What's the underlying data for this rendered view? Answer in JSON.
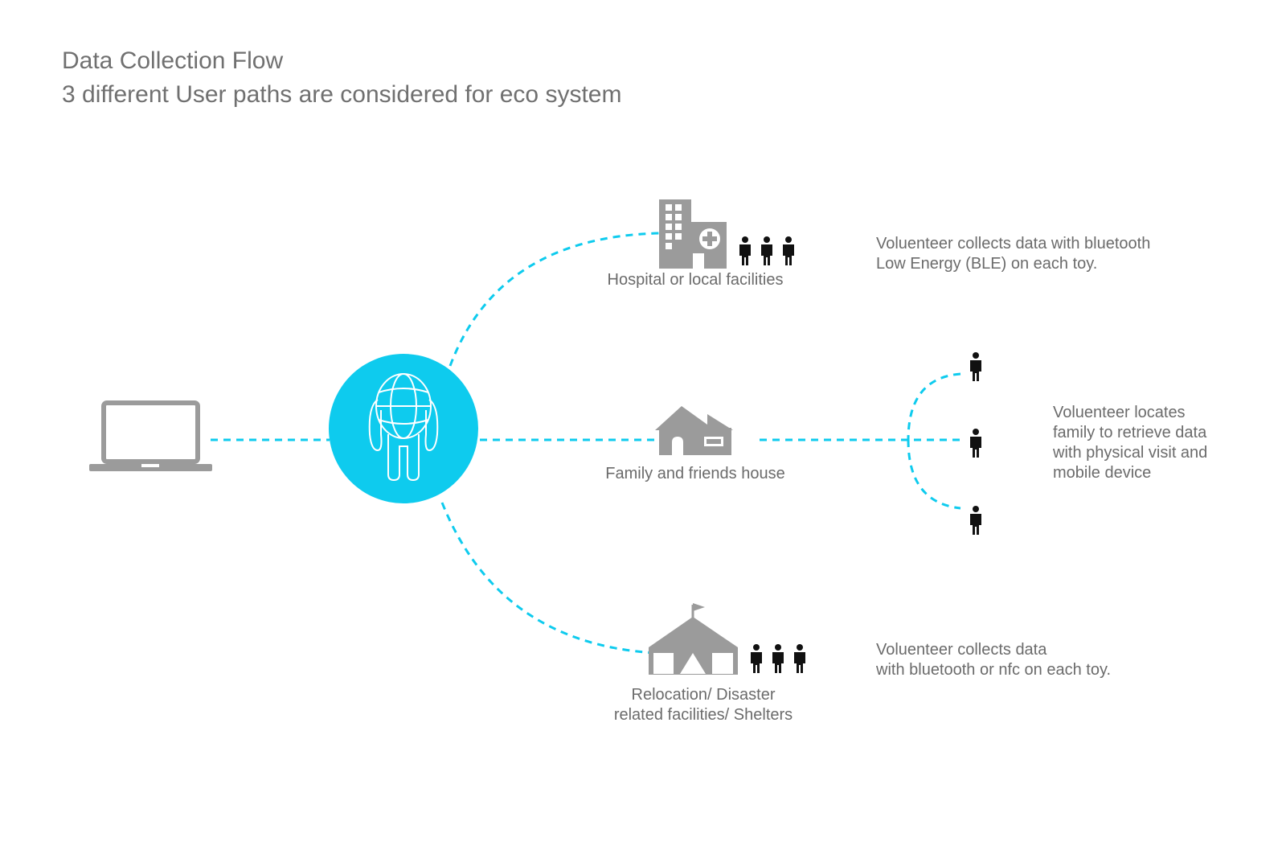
{
  "header": {
    "title": "Data Collection Flow",
    "subtitle": "3 different User paths are considered for eco system"
  },
  "colors": {
    "accent": "#0ecbee",
    "icon_gray": "#9b9b9b",
    "person": "#111111",
    "text": "#6b6b6b"
  },
  "nodes": {
    "laptop": {
      "icon": "laptop-icon"
    },
    "toy": {
      "icon": "toy-figure-icon"
    },
    "hospital": {
      "icon": "hospital-icon",
      "label": "Hospital or local facilities",
      "description": [
        "Voluenteer collects data with bluetooth",
        "Low Energy (BLE) on each toy."
      ]
    },
    "house": {
      "icon": "house-icon",
      "label": "Family and friends house",
      "description": [
        "Voluenteer locates",
        "family to retrieve data",
        "with physical visit and",
        "mobile device"
      ]
    },
    "shelter": {
      "icon": "shelter-tent-icon",
      "label_lines": [
        "Relocation/ Disaster",
        "related facilities/ Shelters"
      ],
      "description": [
        "Voluenteer collects data",
        "with bluetooth or nfc on each toy."
      ]
    }
  }
}
